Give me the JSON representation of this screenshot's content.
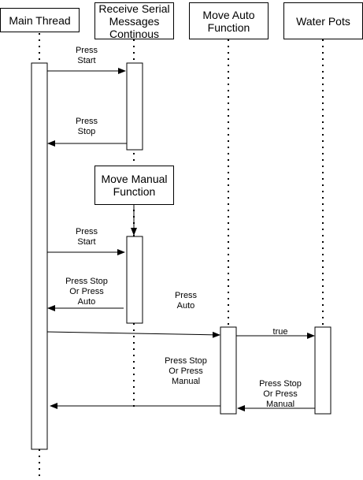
{
  "participants": {
    "main_thread": "Main Thread",
    "receive_serial": "Receive Serial\nMessages\nContinous",
    "move_auto": "Move Auto\nFunction",
    "water_pots": "Water Pots"
  },
  "note": {
    "move_manual": "Move Manual\nFunction"
  },
  "messages": {
    "press_start_1": "Press\nStart",
    "press_stop_1": "Press\nStop",
    "press_start_2": "Press\nStart",
    "press_stop_or_auto": "Press Stop\nOr Press\nAuto",
    "press_auto": "Press\nAuto",
    "true": "true",
    "press_stop_or_manual_1": "Press Stop\nOr Press\nManual",
    "press_stop_or_manual_2": "Press Stop\nOr Press\nManual"
  }
}
